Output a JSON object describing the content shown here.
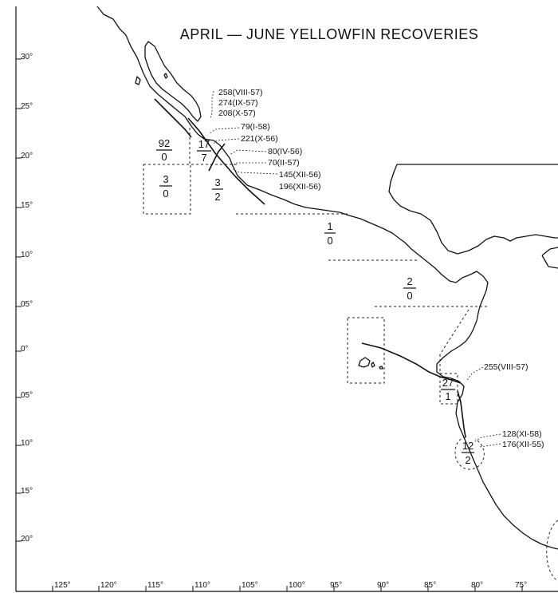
{
  "title": "APRIL — JUNE YELLOWFIN RECOVERIES",
  "lat_labels": [
    "30°",
    "25°",
    "20°",
    "15°",
    "10°",
    "05°",
    "0°",
    "05°",
    "10°",
    "15°",
    "20°"
  ],
  "lon_labels": [
    "125°",
    "120°",
    "115°",
    "110°",
    "105°",
    "100°",
    "95°",
    "90°",
    "85°",
    "80°",
    "75°"
  ],
  "recovery_labels": [
    "258(VIII-57)",
    "274(IX-57)",
    "208(X-57)",
    "79(I-58)",
    "221(X-56)",
    "80(IV-56)",
    "70(II-57)",
    "145(XII-56)",
    "196(XII-56)",
    "255(VIII-57)",
    "128(XI-58)",
    "176(XII-55)"
  ],
  "area_fractions": [
    {
      "num": "92",
      "den": "0"
    },
    {
      "num": "17",
      "den": "7"
    },
    {
      "num": "3",
      "den": "0"
    },
    {
      "num": "3",
      "den": "2"
    },
    {
      "num": "1",
      "den": "0"
    },
    {
      "num": "2",
      "den": "0"
    },
    {
      "num": "27",
      "den": "1"
    },
    {
      "num": "12",
      "den": "2"
    }
  ]
}
